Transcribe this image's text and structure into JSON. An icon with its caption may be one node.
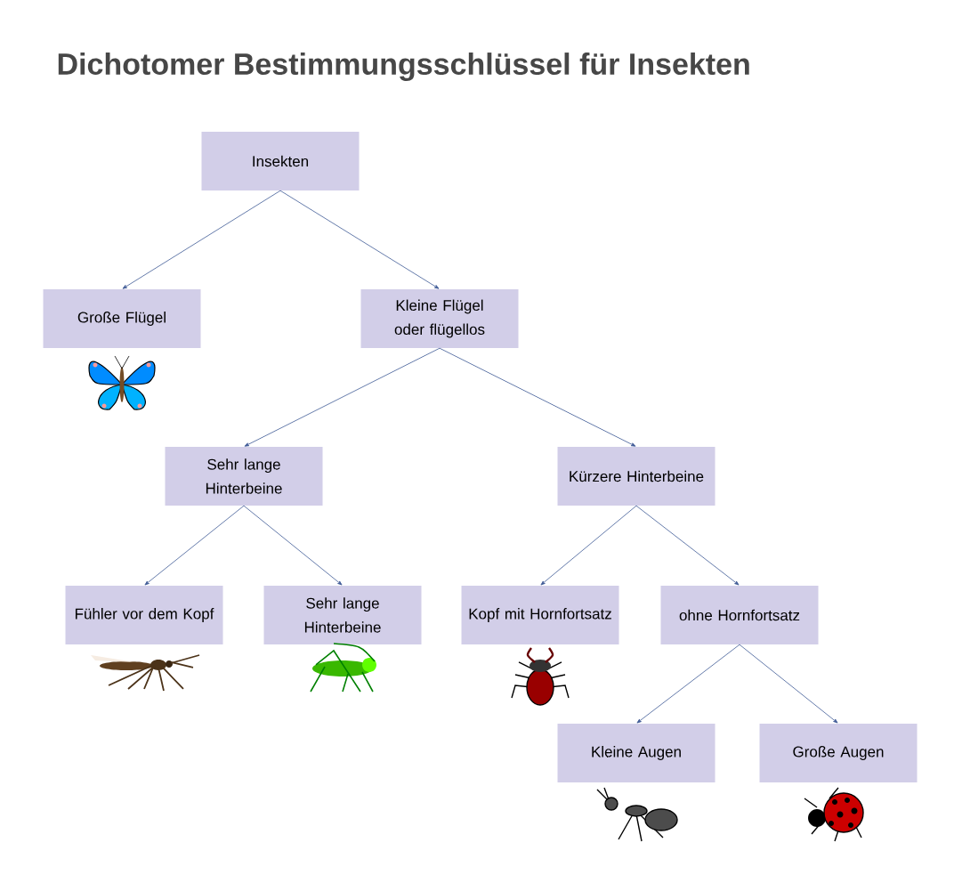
{
  "diagram": {
    "title": "Dichotomer Bestimmungsschlüssel für Insekten",
    "nodes": [
      {
        "text": [
          "Insekten"
        ]
      },
      {
        "text": [
          "Große Flügel"
        ]
      },
      {
        "text": [
          "Kleine Flügel oder flügellos"
        ]
      },
      {
        "text": [
          "Sehr lange Hinterbeine"
        ]
      },
      {
        "text": [
          "Kürzere Hinterbeine"
        ]
      },
      {
        "text": [
          "Fühler vor dem Kopf"
        ]
      },
      {
        "text": [
          "Sehr lange Hinterbeine"
        ]
      },
      {
        "text": [
          "Kopf mit Hornfortsatz"
        ]
      },
      {
        "text": [
          "ohne Hornfortsatz"
        ]
      },
      {
        "text": [
          "Kleine Augen"
        ]
      },
      {
        "text": [
          "Große Augen"
        ]
      }
    ],
    "edges": [
      {
        "from": 0,
        "to": 1,
        "arrow": "to"
      },
      {
        "from": 0,
        "to": 2,
        "arrow": "to"
      },
      {
        "from": 2,
        "to": 3,
        "arrow": "to"
      },
      {
        "from": 2,
        "to": 4,
        "arrow": "to"
      },
      {
        "from": 3,
        "to": 5,
        "arrow": "to"
      },
      {
        "from": 3,
        "to": 6,
        "arrow": "to"
      },
      {
        "from": 4,
        "to": 7,
        "arrow": "to"
      },
      {
        "from": 4,
        "to": 8,
        "arrow": "to"
      },
      {
        "from": 8,
        "to": 9,
        "arrow": "to"
      },
      {
        "from": 8,
        "to": 10,
        "arrow": "to"
      }
    ]
  }
}
